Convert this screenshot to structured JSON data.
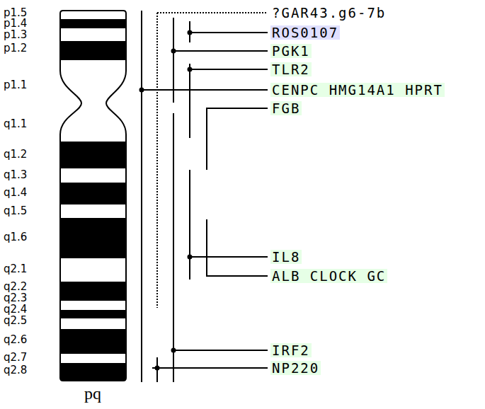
{
  "diagram": {
    "labels": [
      "p1.5",
      "p1.4",
      "p1.3",
      "p1.2",
      "p1.1",
      "q1.1",
      "q1.2",
      "q1.3",
      "q1.4",
      "q1.5",
      "q1.6",
      "q2.1",
      "q2.2",
      "q2.3",
      "q2.4",
      "q2.5",
      "q2.6",
      "q2.7",
      "q2.8",
      "pq",
      "?GAR43.g6-7b",
      "ROS0107",
      "PGK1",
      "TLR2",
      "CENPC HMG14A1 HPRT",
      "FGB",
      "IL8",
      "ALB CLOCK GC",
      "IRF2",
      "NP220"
    ]
  }
}
